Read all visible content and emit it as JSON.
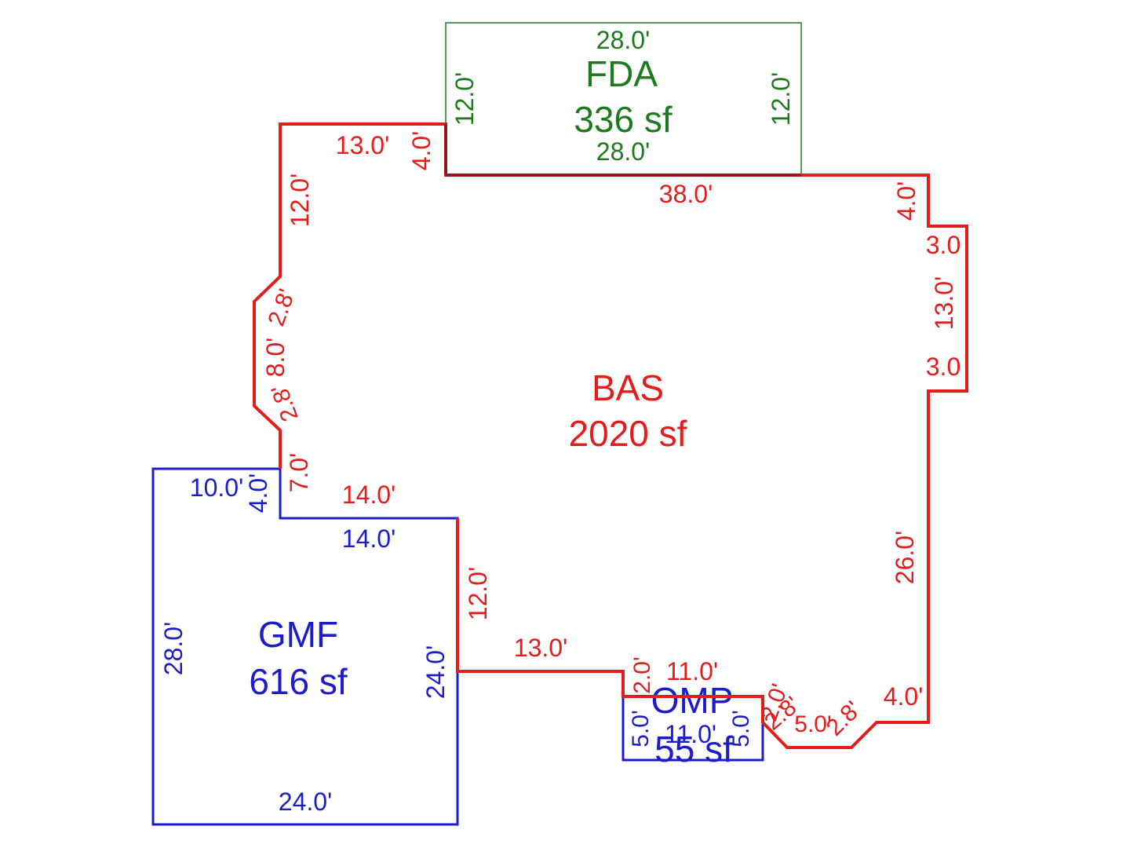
{
  "colors": {
    "bas": "#e31c1c",
    "fda": "#1f7a1f",
    "gmf": "#1c1ccc",
    "omp": "#1c1ccc",
    "shared_edge": "#8b1a1a"
  },
  "areas": {
    "fda": {
      "code": "FDA",
      "area": "336 sf"
    },
    "bas": {
      "code": "BAS",
      "area": "2020 sf"
    },
    "gmf": {
      "code": "GMF",
      "area": "616 sf"
    },
    "omp": {
      "code": "OMP",
      "area": "55 sf"
    }
  },
  "fda_dims": {
    "top": "28.0'",
    "bottom": "28.0'",
    "left": "12.0'",
    "right": "12.0'"
  },
  "bas_dims": {
    "top_left": "13.0'",
    "notch": "4.0'",
    "top": "38.0'",
    "left_upper": "12.0'",
    "diag_upper": "2.8'",
    "left_mid": "8.0'",
    "diag_lower": "2.8'",
    "left_lower": "7.0'",
    "garage_top": "14.0'",
    "garage_right": "12.0'",
    "bottom_mid": "13.0'",
    "omp_left": "2.0'",
    "omp_top": "11.0'",
    "right_upper": "4.0'",
    "bump_top": "3.0",
    "bump_side": "13.0'",
    "bump_bottom": "3.0",
    "right_lower": "26.0'",
    "bottom_right": "4.0'",
    "diag_br": "2.8'",
    "bottom_seg": "5.0'",
    "diag_bl": "2.8'",
    "omp_right_small": "2.0'"
  },
  "gmf_dims": {
    "top_left": "10.0'",
    "notch": "4.0'",
    "top_right": "14.0'",
    "left": "28.0'",
    "right": "24.0'",
    "bottom": "24.0'"
  },
  "omp_dims": {
    "left": "5.0'",
    "right": "5.0'",
    "bottom": "11.0'"
  }
}
